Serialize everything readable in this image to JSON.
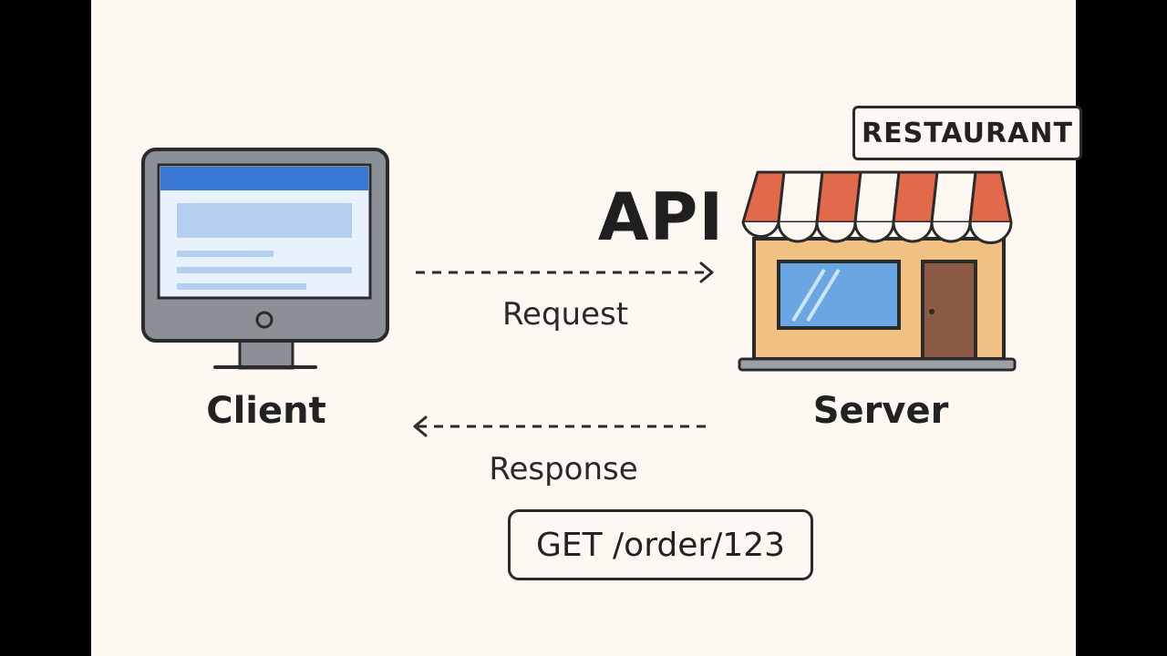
{
  "diagram": {
    "title": "API",
    "client": {
      "label": "Client",
      "icon": "monitor-icon"
    },
    "server": {
      "label": "Server",
      "icon": "storefront-icon",
      "sign": "RESTAURANT"
    },
    "request": {
      "label": "Request"
    },
    "response": {
      "label": "Response"
    },
    "example": {
      "text": "GET /order/123"
    }
  },
  "colors": {
    "background": "#fdf9f2",
    "outline": "#2b2b2b",
    "monitor_frame": "#8a9096",
    "screen": "#e8f2fc",
    "screen_header": "#3a78d6",
    "screen_block": "#b4cff0",
    "awning_red": "#e06a4a",
    "awning_white": "#fdf9f2",
    "shop_wall": "#f0c182",
    "window_blue": "#6aa6e2",
    "door_brown": "#8b5a44",
    "base_gray": "#9aa0a6"
  }
}
